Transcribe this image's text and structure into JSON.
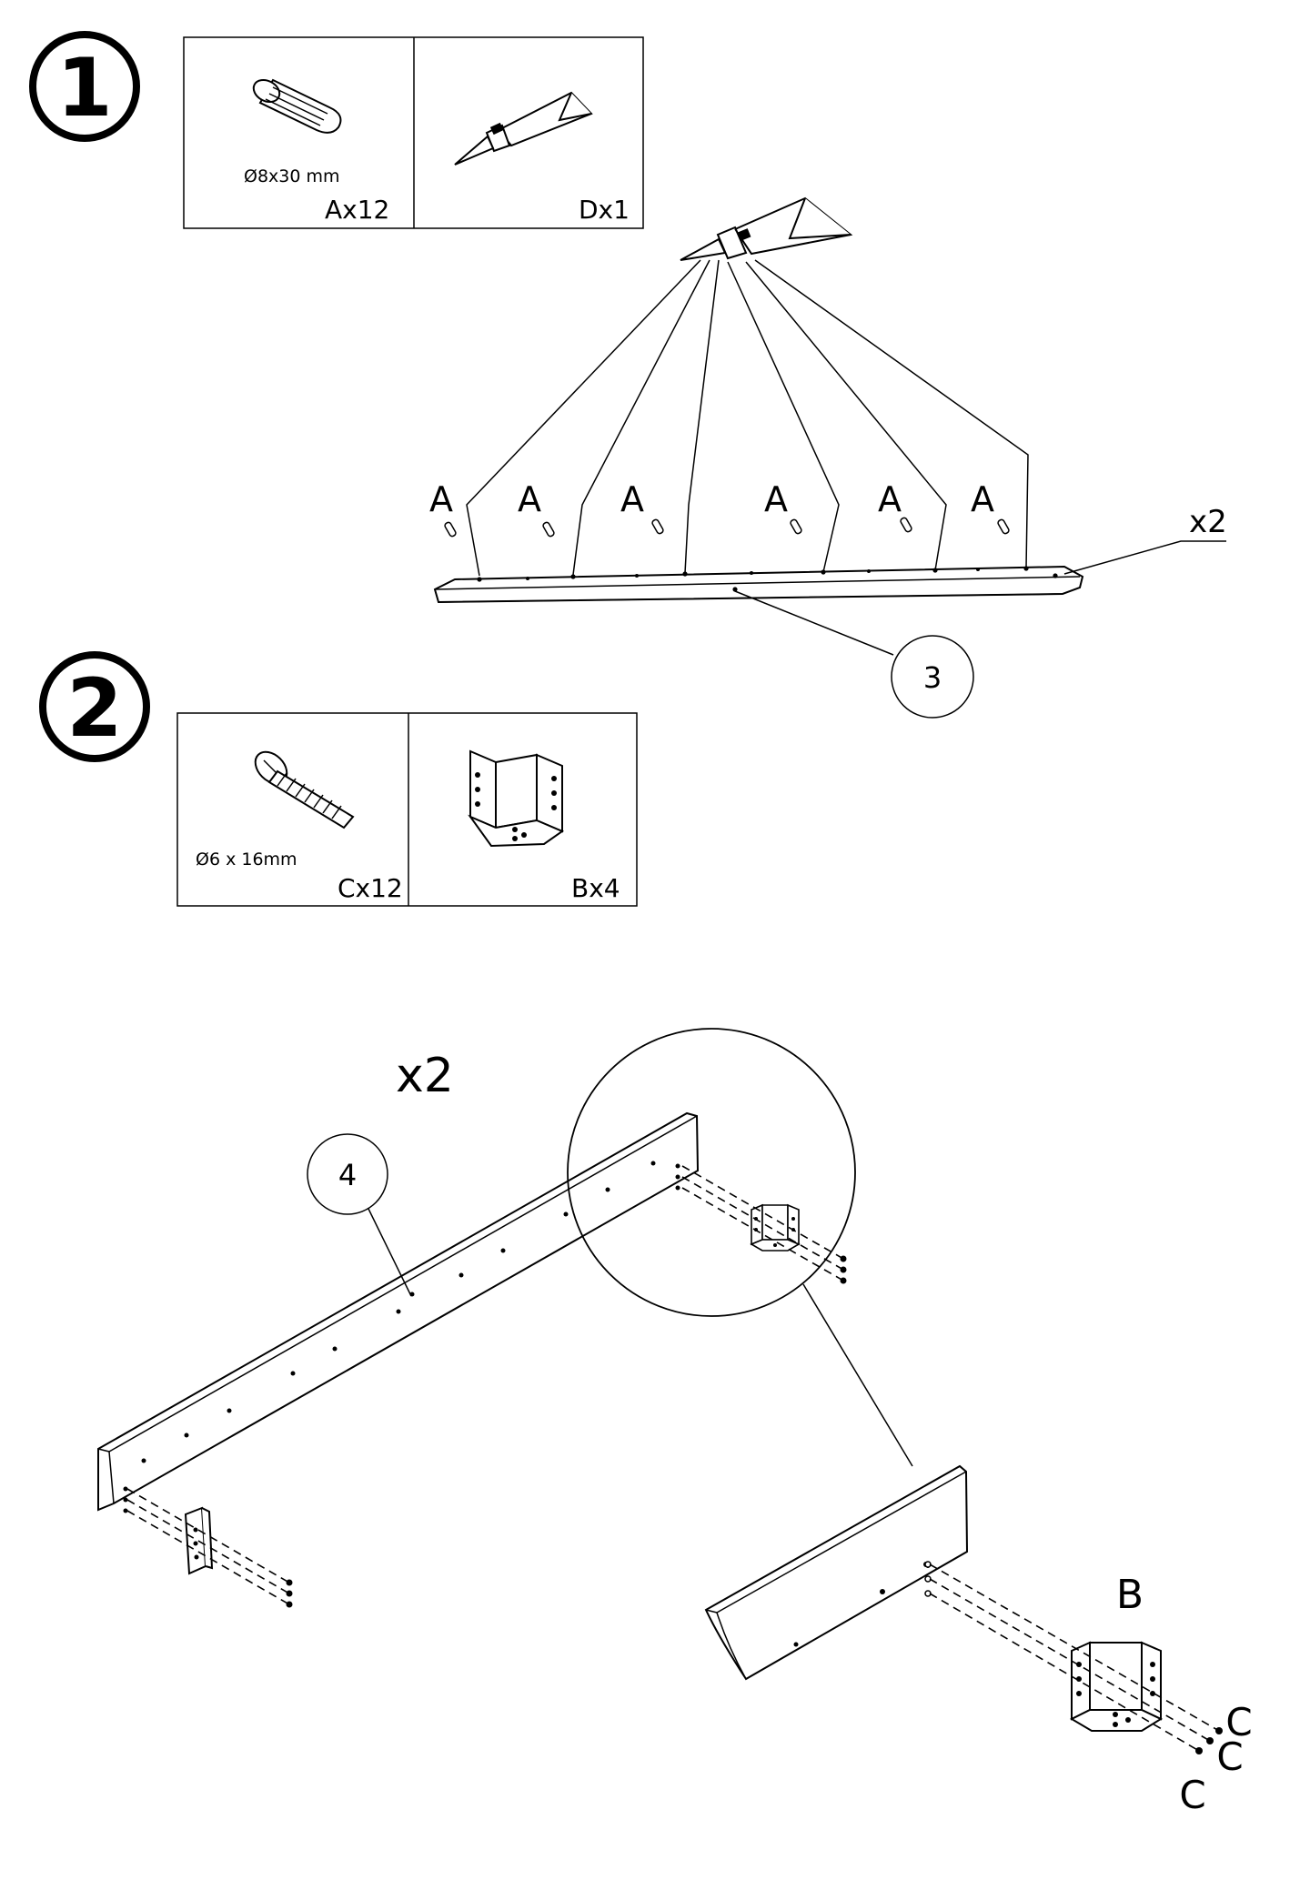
{
  "steps": [
    {
      "number": "1",
      "parts": [
        {
          "icon": "wooden-dowel-icon",
          "spec": "Ø8x30 mm",
          "qty": "Ax12"
        },
        {
          "icon": "glue-tube-icon",
          "spec": "",
          "qty": "Dx1"
        }
      ],
      "dowel_labels": [
        "A",
        "A",
        "A",
        "A",
        "A",
        "A"
      ],
      "multiplier": "x2",
      "part_number": "3"
    },
    {
      "number": "2",
      "parts": [
        {
          "icon": "screw-icon",
          "spec": "Ø6 x 16mm",
          "qty": "Cx12"
        },
        {
          "icon": "corner-bracket-icon",
          "spec": "",
          "qty": "Bx4"
        }
      ],
      "multiplier": "x2",
      "part_number": "4",
      "detail_bracket_label": "B",
      "detail_screw_labels": [
        "C",
        "C",
        "C"
      ]
    }
  ]
}
